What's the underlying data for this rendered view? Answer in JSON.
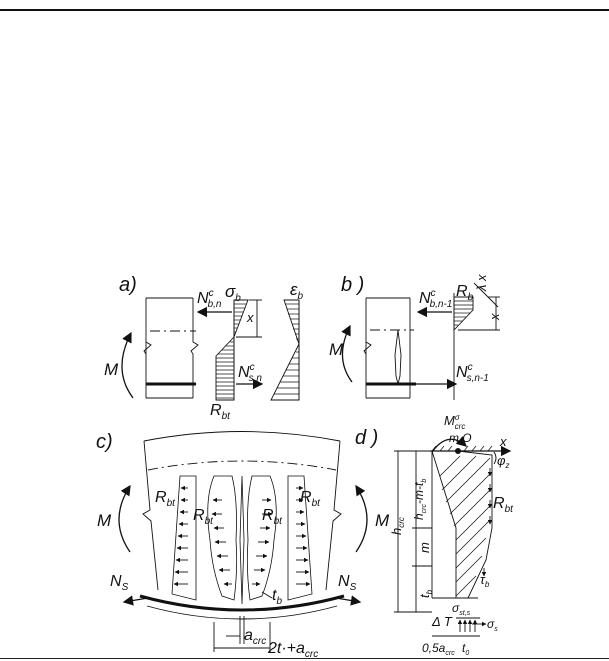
{
  "panels": {
    "a": {
      "label": "a)",
      "M": "M",
      "N_bn": "N",
      "N_bn_sup": "c",
      "N_bn_sub": "b,n",
      "sigma_b": "σ",
      "sigma_b_sub": "b",
      "eps_b": "ε",
      "eps_b_sub": "b",
      "x": "x",
      "N_sn": "N",
      "N_sn_sup": "c",
      "N_sn_sub": "s,n",
      "R_bt": "R",
      "R_bt_sub": "bt"
    },
    "b": {
      "label": "b )",
      "M": "M",
      "N_bn1": "N",
      "N_bn1_sup": "c",
      "N_bn1_sub": "b,n-1",
      "R_b": "R",
      "R_b_sub": "b",
      "lambda_x": "λ x",
      "x": "x",
      "N_sn1": "N",
      "N_sn1_sup": "c",
      "N_sn1_sub": "s,n-1"
    },
    "c": {
      "label": "c)",
      "M_left": "M",
      "M_right": "M",
      "R_bt": "R",
      "R_bt_sub": "bt",
      "N_s": "N",
      "N_s_sub": "S",
      "t_b": "t",
      "t_b_sub": "b",
      "a_crc": "a",
      "a_crc_sub": "crc",
      "gap": "2t",
      "gap_tail": "·+a",
      "gap_sub": "crc"
    },
    "d": {
      "label": "d )",
      "M_top": "M",
      "M_sup": "σ",
      "M_sub": "crc",
      "point_O": "т.O",
      "x_axis": "x",
      "phi": "φ",
      "phi_sub": "z",
      "h_crc": "h",
      "h_crc_sub": "crc",
      "h_upper": "h",
      "h_upper_sub": "crc",
      "h_upper_tail": "-m-t",
      "h_upper_tail_sub": "b",
      "m": "m",
      "t_b": "t",
      "t_b_sub": "b",
      "R_bt": "R",
      "R_bt_sub": "bt",
      "tau": "τ",
      "tau_sub": "b",
      "delta_T": "Δ T",
      "sigma_s": "σ",
      "sigma_s_sub": "st,s",
      "sigma_s2": "σ",
      "sigma_s2_sub": "s",
      "half_a": "0,5a",
      "half_a_sub": "crc",
      "t0": "t",
      "t0_sub": "0"
    }
  }
}
